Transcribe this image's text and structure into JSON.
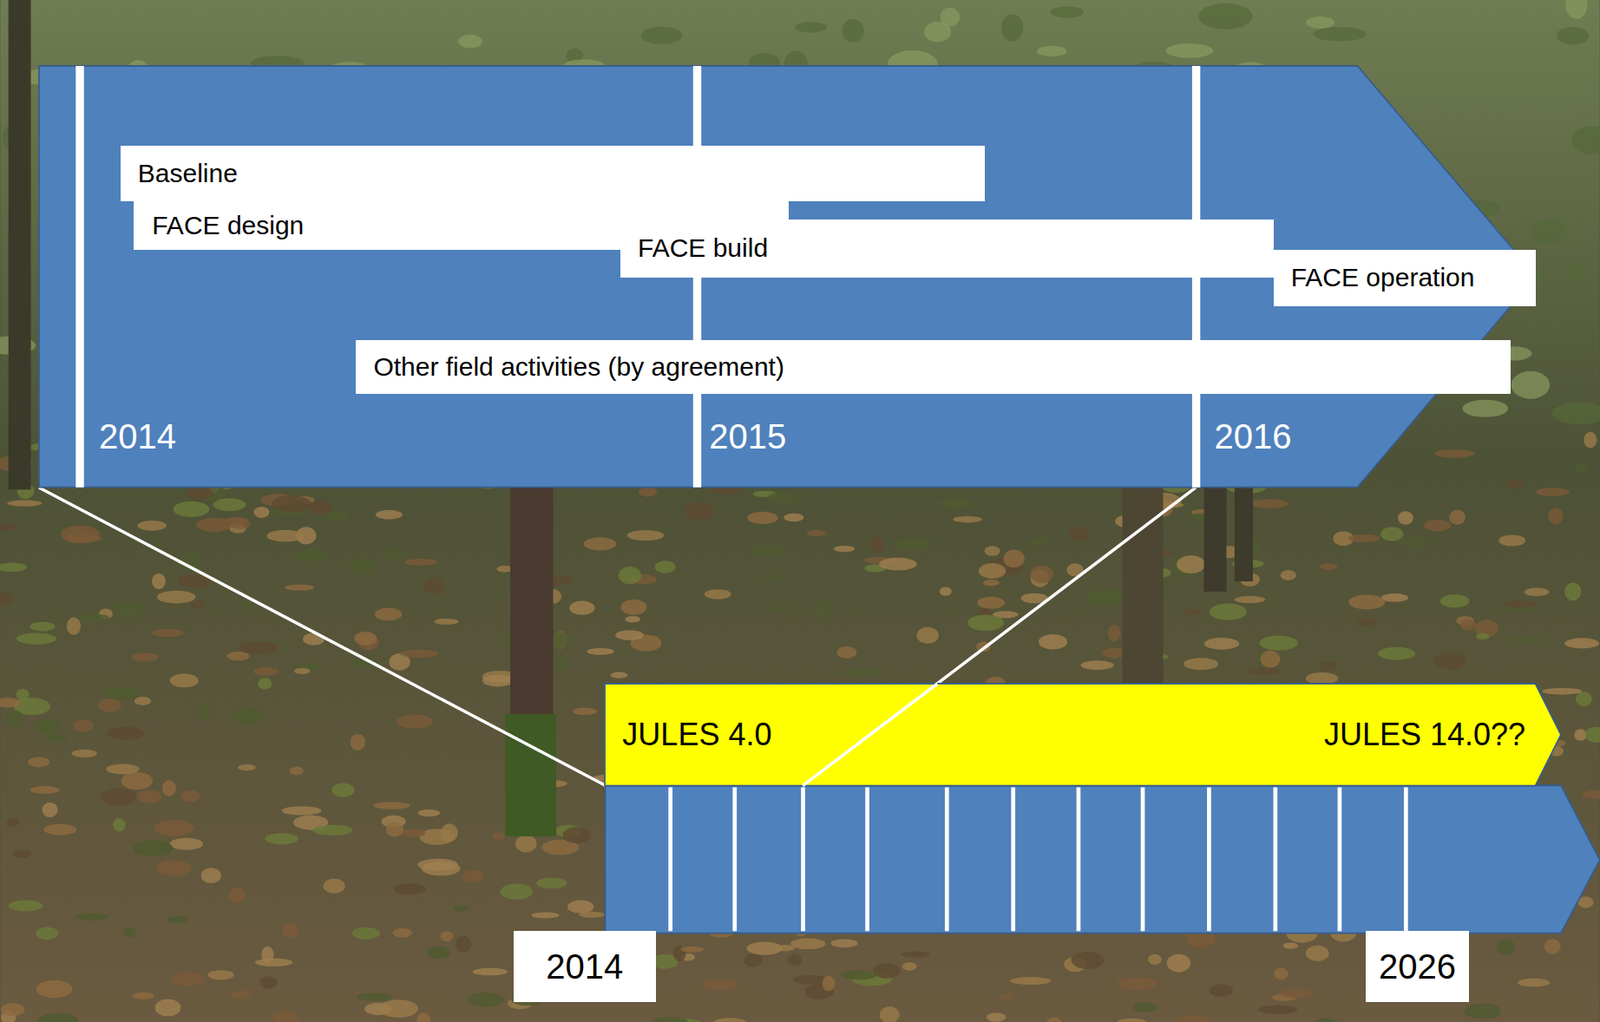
{
  "diagram": {
    "nodes": [
      {
        "text": [
          "2014",
          "2015",
          "2016"
        ]
      },
      {
        "text": [
          "Baseline"
        ],
        "in": 0
      },
      {
        "text": [
          "FACE design"
        ],
        "in": 0
      },
      {
        "text": [
          "FACE build"
        ],
        "in": 0
      },
      {
        "text": [
          "FACE operation"
        ],
        "in": 0
      },
      {
        "text": [
          "Other field activities (by agreement)"
        ],
        "in": 0
      },
      {
        "text": [
          "JULES 4.0",
          "JULES 14.0??"
        ]
      },
      {
        "text": [
          "2014"
        ]
      },
      {
        "text": [
          "2026"
        ]
      }
    ]
  }
}
